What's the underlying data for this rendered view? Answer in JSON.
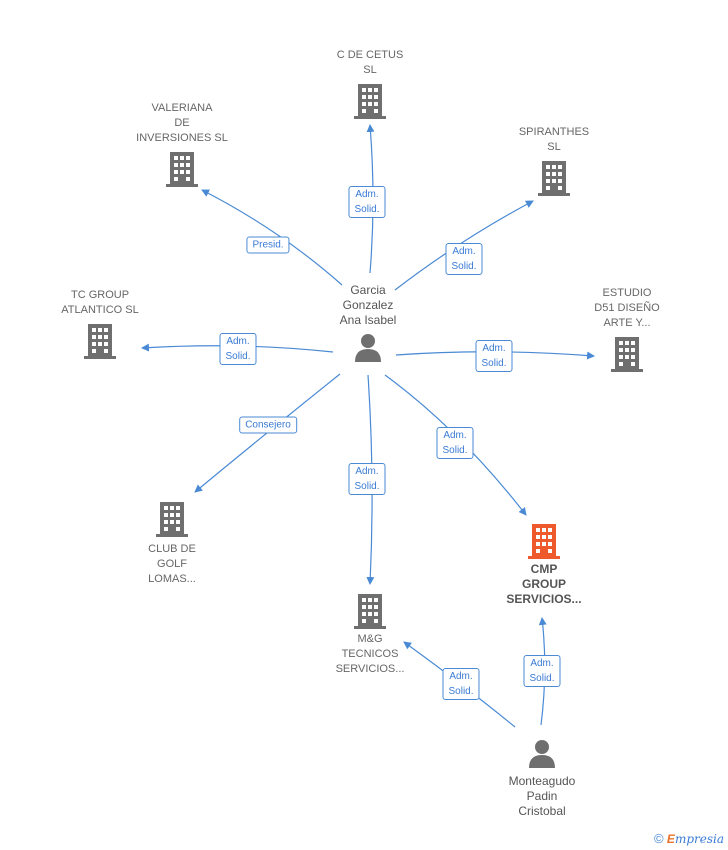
{
  "colors": {
    "edge": "#4a8ad4",
    "company": "#6f6f6f",
    "focus": "#ee5a2c",
    "person": "#6f6f6f"
  },
  "nodes": {
    "center_person": {
      "label": "Garcia\nGonzalez\nAna Isabel",
      "icon": "person-icon"
    },
    "c_de_cetus": {
      "label": "C DE CETUS\nSL",
      "icon": "building-icon"
    },
    "valeriana": {
      "label": "VALERIANA\nDE\nINVERSIONES SL",
      "icon": "building-icon"
    },
    "spiranthes": {
      "label": "SPIRANTHES\nSL",
      "icon": "building-icon"
    },
    "tc_group": {
      "label": "TC GROUP\nATLANTICO  SL",
      "icon": "building-icon"
    },
    "estudio_d51": {
      "label": "ESTUDIO\nD51 DISEÑO\nARTE Y...",
      "icon": "building-icon"
    },
    "club_golf": {
      "label": "CLUB DE\nGOLF\nLOMAS...",
      "icon": "building-icon"
    },
    "mg_tecnicos": {
      "label": "M&G\nTECNICOS\nSERVICIOS...",
      "icon": "building-icon"
    },
    "cmp_group": {
      "label": "CMP\nGROUP\nSERVICIOS...",
      "icon": "building-icon"
    },
    "monteagudo": {
      "label": "Monteagudo\nPadin\nCristobal",
      "icon": "person-icon"
    }
  },
  "edges": [
    {
      "id": "e1",
      "label": "Adm.\nSolid."
    },
    {
      "id": "e2",
      "label": "Presid."
    },
    {
      "id": "e3",
      "label": "Adm.\nSolid."
    },
    {
      "id": "e4",
      "label": "Adm.\nSolid."
    },
    {
      "id": "e5",
      "label": "Adm.\nSolid."
    },
    {
      "id": "e6",
      "label": "Consejero"
    },
    {
      "id": "e7",
      "label": "Adm.\nSolid."
    },
    {
      "id": "e8",
      "label": "Adm.\nSolid."
    },
    {
      "id": "e9",
      "label": "Adm.\nSolid."
    },
    {
      "id": "e10",
      "label": "Adm.\nSolid."
    }
  ],
  "brand": {
    "copyright": "©",
    "name_first": "E",
    "name_rest": "mpresia"
  }
}
